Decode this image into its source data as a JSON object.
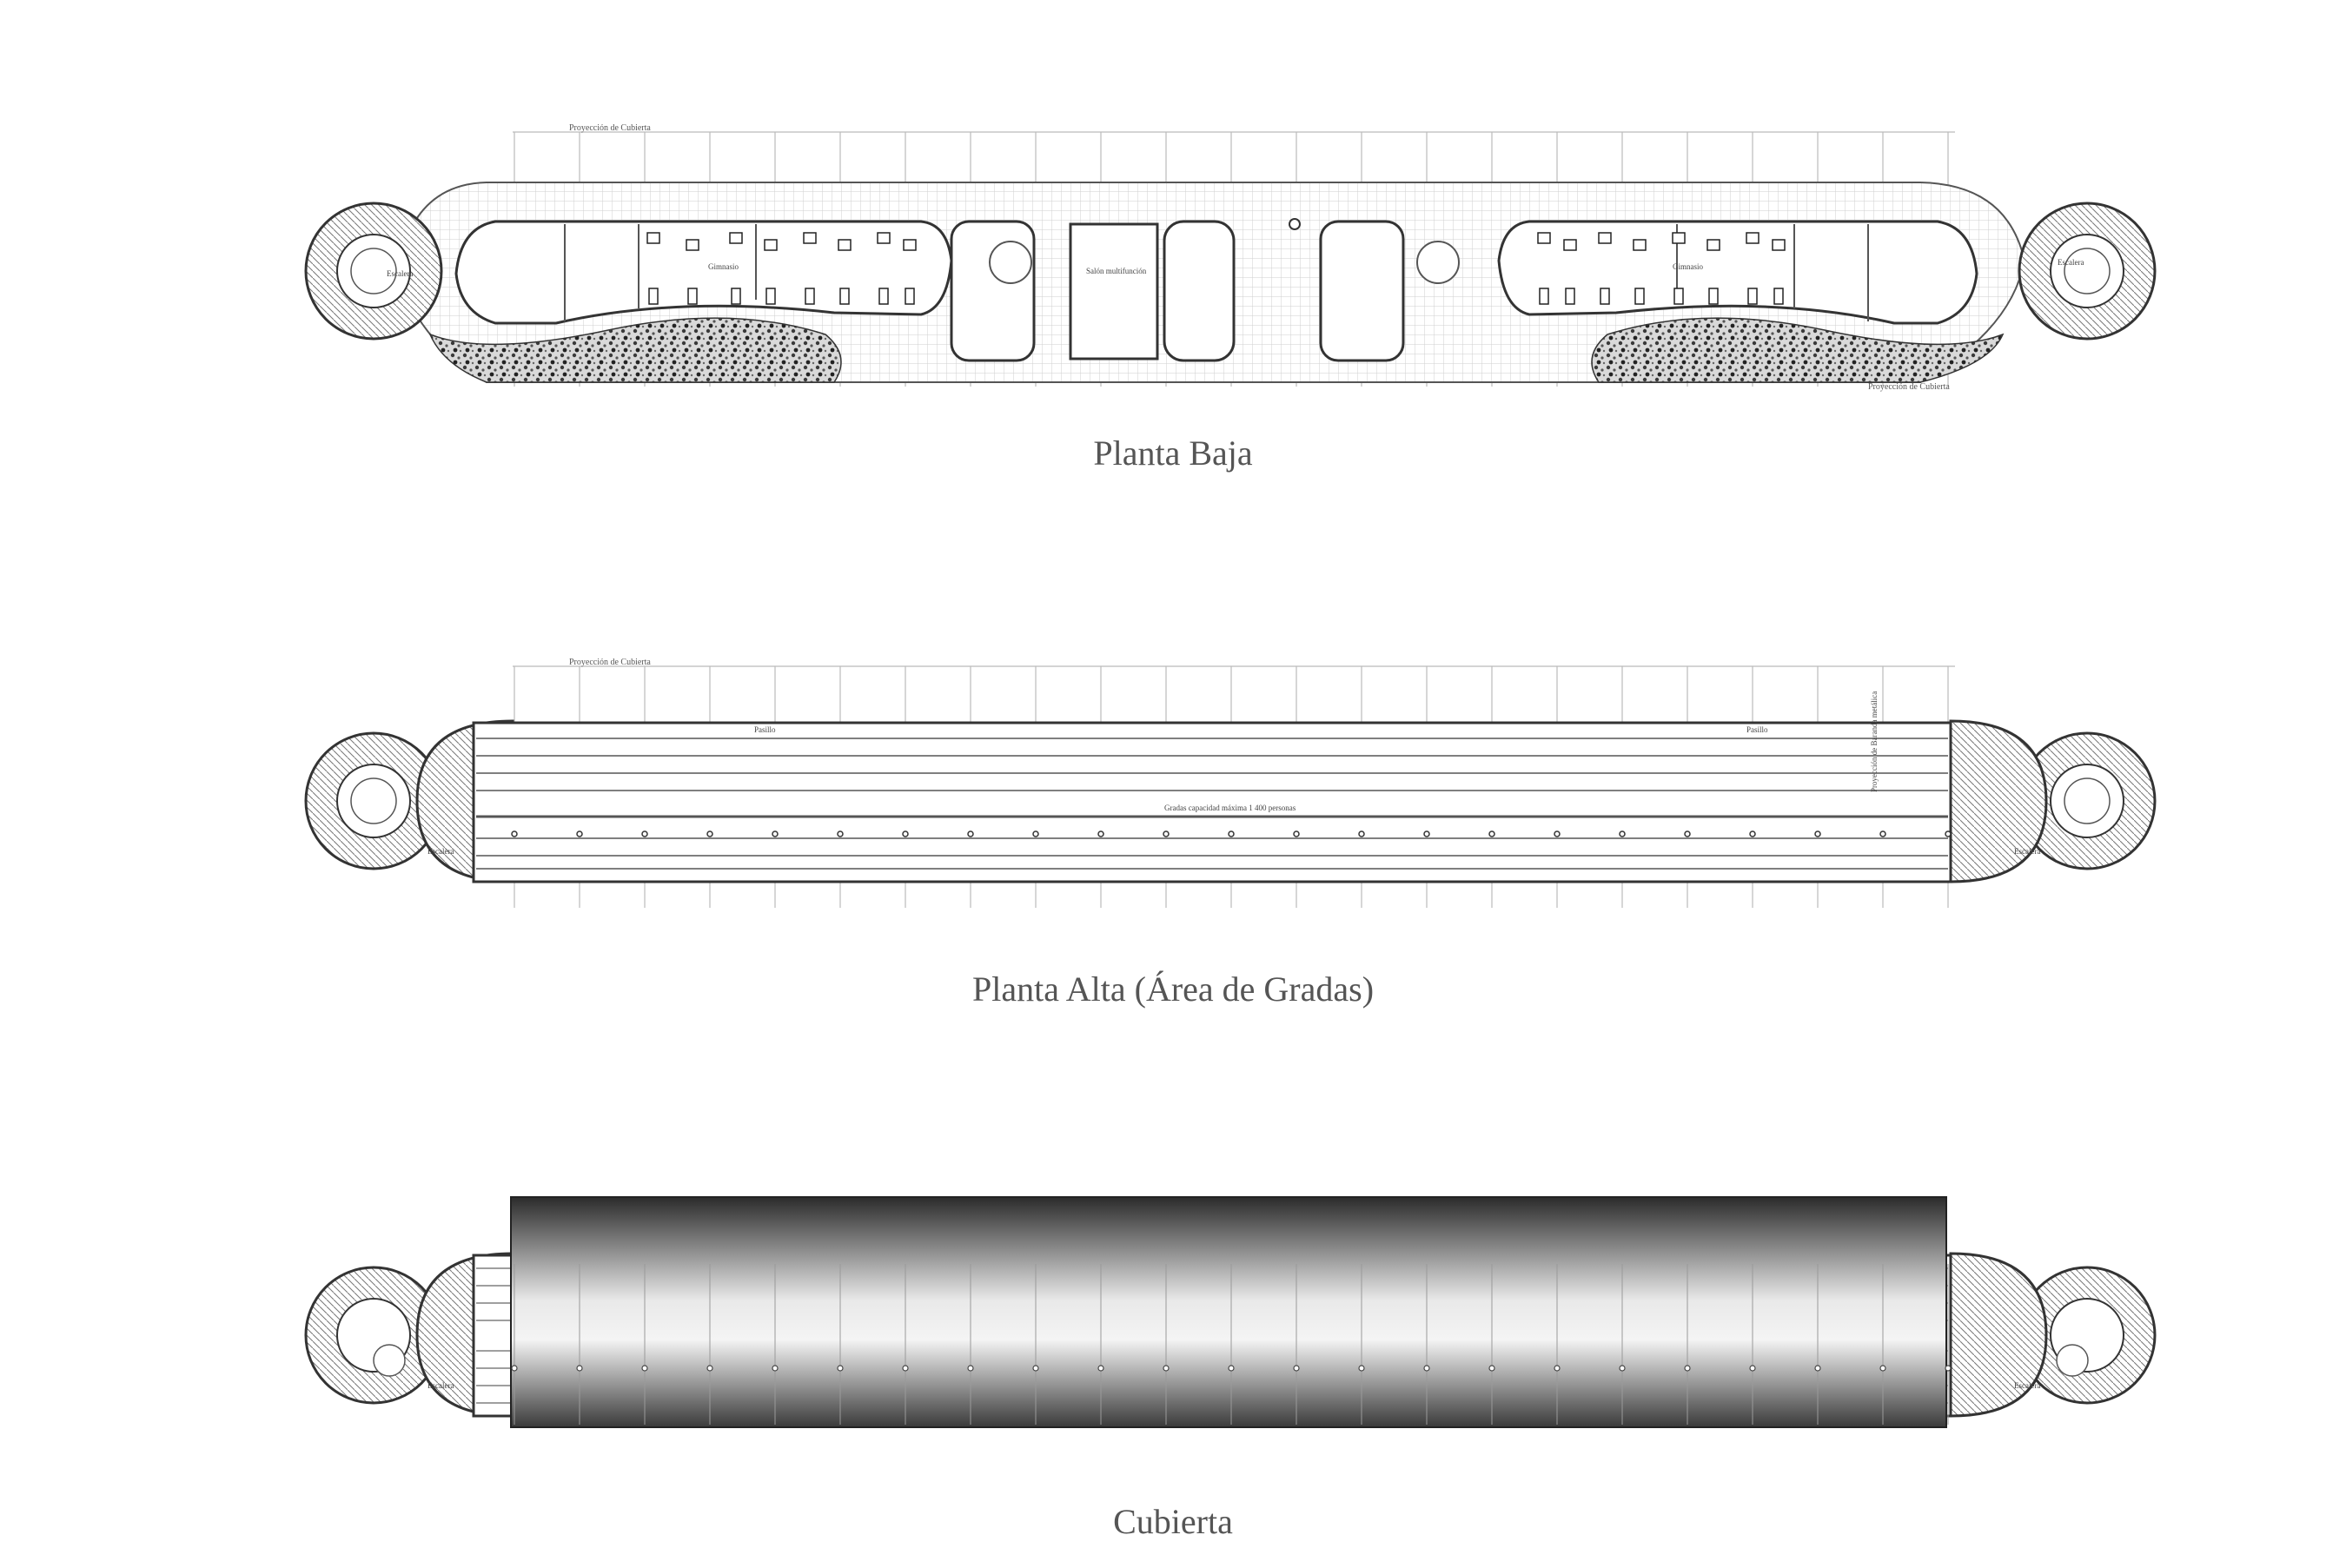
{
  "plans": {
    "ground": {
      "caption": "Planta Baja",
      "labels": {
        "cubierta_proj_a": "Proyección de Cubierta",
        "cubierta_proj_b": "Proyección de Cubierta",
        "gimnasio_l": "Gimnasio",
        "gimnasio_r": "Gimnasio",
        "salon": "Salón multifunción",
        "escalera_l": "Escalera",
        "escalera_r": "Escalera"
      }
    },
    "upper": {
      "caption": "Planta Alta (Área de Gradas)",
      "labels": {
        "cubierta_proj": "Proyección de Cubierta",
        "pasillo_l": "Pasillo",
        "pasillo_r": "Pasillo",
        "gradas": "Gradas capacidad máxima 1 400 personas",
        "baranda": "Proyección de Baranda metálica",
        "escalera_l": "Escalera",
        "escalera_r": "Escalera"
      }
    },
    "roof": {
      "caption": "Cubierta",
      "labels": {
        "escalera_l": "Escalera",
        "escalera_r": "Escalera"
      }
    }
  },
  "colors": {
    "line": "#444444",
    "hatch": "#bfbfbf",
    "roof_dark": "#2b2b2b",
    "roof_light": "#f2f2f2"
  }
}
